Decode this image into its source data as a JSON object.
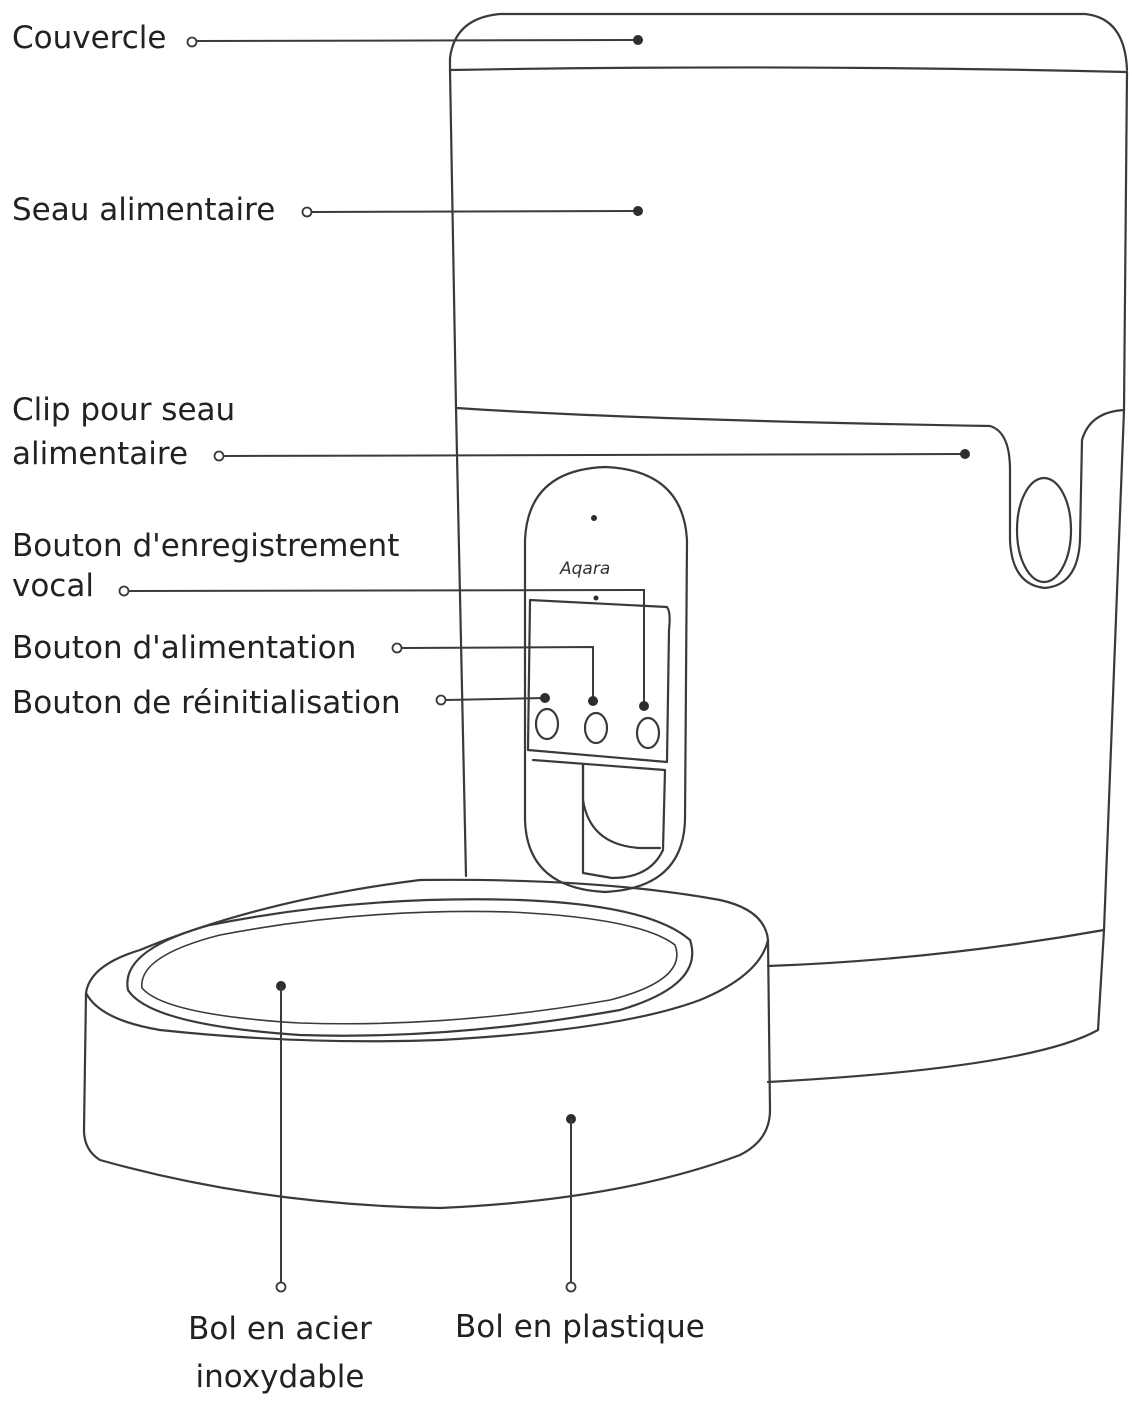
{
  "brand_logo": "Aqara",
  "labels": {
    "lid": "Couvercle",
    "food_bucket": "Seau alimentaire",
    "bucket_clip": "Clip pour seau\nalimentaire",
    "voice_record_button": "Bouton d'enregistrement\nvocal",
    "power_button": "Bouton d'alimentation",
    "reset_button": "Bouton de réinitialisation",
    "steel_bowl": "Bol en acier\ninoxydable",
    "plastic_bowl": "Bol en plastique"
  }
}
